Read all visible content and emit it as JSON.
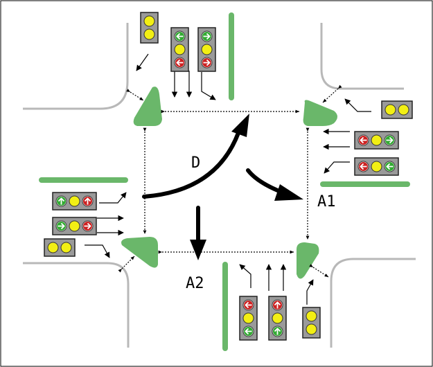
{
  "labels": {
    "d": "D",
    "a1": "A1",
    "a2": "A2"
  },
  "colors": {
    "island": "#6ab76a",
    "road_edge": "#b8b8b8",
    "signal_box": "#9a9a9a",
    "lamp_yellow": "#f2ef14",
    "arrow_green": "#33aa33",
    "arrow_red": "#cc2222",
    "flow_arrow": "#000000"
  },
  "signals": {
    "north_left_ped": {
      "lamps": [
        "yellow",
        "yellow"
      ]
    },
    "north_left_turn": {
      "lamps": [
        "green-left",
        "yellow",
        "red-left"
      ]
    },
    "north_through_right": {
      "lamps": [
        "green-right",
        "yellow",
        "red-right"
      ]
    },
    "east_ped": {
      "lamps": [
        "yellow",
        "yellow"
      ]
    },
    "east_right_through": {
      "lamps": [
        "red-left",
        "yellow",
        "green-right"
      ]
    },
    "east_left": {
      "lamps": [
        "red-left",
        "yellow",
        "green-left"
      ]
    },
    "west_left": {
      "lamps": [
        "green-up",
        "yellow",
        "red-up"
      ]
    },
    "west_through": {
      "lamps": [
        "green-right",
        "yellow",
        "red-right"
      ]
    },
    "west_ped": {
      "lamps": [
        "yellow",
        "yellow"
      ]
    },
    "south_left": {
      "lamps": [
        "red-left",
        "yellow",
        "green-left"
      ]
    },
    "south_through": {
      "lamps": [
        "red-up",
        "yellow",
        "green-up"
      ]
    },
    "south_ped": {
      "lamps": [
        "yellow",
        "yellow"
      ]
    }
  },
  "movements": {
    "d": {
      "from": "west",
      "to": "north"
    },
    "a1": {
      "from": "north",
      "to": "east"
    },
    "a2": {
      "from": "north",
      "to": "south"
    }
  }
}
